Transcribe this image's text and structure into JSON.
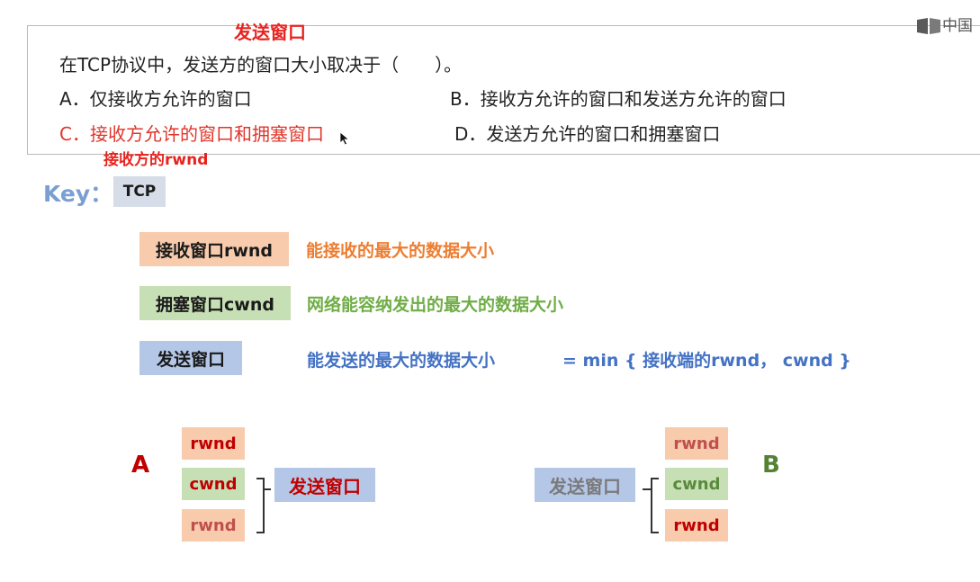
{
  "question": {
    "stem": "在TCP协议中，发送方的窗口大小取决于（　　）。",
    "options": {
      "a": "A．仅接收方允许的窗口",
      "b": "B．接收方允许的窗口和发送方允许的窗口",
      "c": "C．接收方允许的窗口和拥塞窗口",
      "d": "D．发送方允许的窗口和拥塞窗口"
    },
    "annotation_top": "发送窗口",
    "annotation_bottom": "接收方的rwnd"
  },
  "logo": {
    "text": "中国"
  },
  "key": {
    "label": "Key：",
    "tag": "TCP",
    "terms": [
      {
        "name": "接收窗口rwnd",
        "desc": "能接收的最大的数据大小",
        "color": "#ed7d31"
      },
      {
        "name": "拥塞窗口cwnd",
        "desc": "网络能容纳发出的最大的数据大小",
        "color": "#70ad47"
      },
      {
        "name": "发送窗口",
        "desc": "能发送的最大的数据大小",
        "color": "#4472c4"
      }
    ],
    "formula": "= min { 接收端的rwnd， cwnd }"
  },
  "diagram": {
    "left": {
      "letter": "A",
      "boxes": [
        "rwnd",
        "cwnd",
        "rwnd"
      ],
      "target": "发送窗口"
    },
    "right": {
      "letter": "B",
      "boxes": [
        "rwnd",
        "cwnd",
        "rwnd"
      ],
      "target": "发送窗口"
    }
  },
  "colors": {
    "orange_fill": "#f8cbad",
    "green_fill": "#c6dfb4",
    "blue_fill": "#b4c7e7",
    "red_text": "#c00000",
    "green_text": "#548235"
  }
}
